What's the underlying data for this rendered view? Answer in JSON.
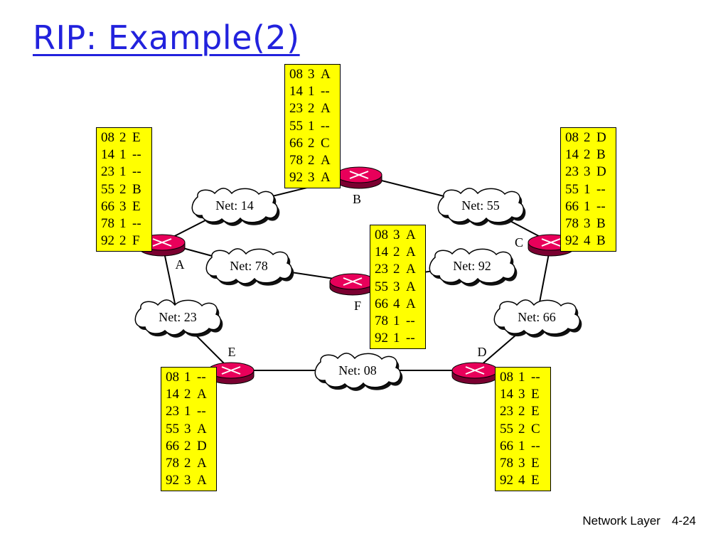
{
  "title": "RIP: Example(2)",
  "footer": {
    "left": "Network Layer",
    "right": "4-24"
  },
  "routers": [
    {
      "id": "A",
      "label": "A"
    },
    {
      "id": "B",
      "label": "B"
    },
    {
      "id": "C",
      "label": "C"
    },
    {
      "id": "D",
      "label": "D"
    },
    {
      "id": "E",
      "label": "E"
    },
    {
      "id": "F",
      "label": "F"
    }
  ],
  "networks": [
    {
      "id": "14",
      "label": "Net: 14"
    },
    {
      "id": "55",
      "label": "Net: 55"
    },
    {
      "id": "78",
      "label": "Net: 78"
    },
    {
      "id": "92",
      "label": "Net: 92"
    },
    {
      "id": "23",
      "label": "Net: 23"
    },
    {
      "id": "66",
      "label": "Net: 66"
    },
    {
      "id": "08",
      "label": "Net: 08"
    }
  ],
  "links": [
    [
      "router-A",
      "net-14"
    ],
    [
      "net-14",
      "router-B"
    ],
    [
      "router-B",
      "net-55"
    ],
    [
      "net-55",
      "router-C"
    ],
    [
      "router-A",
      "net-78"
    ],
    [
      "net-78",
      "router-F"
    ],
    [
      "router-F",
      "net-92"
    ],
    [
      "router-A",
      "net-23"
    ],
    [
      "net-23",
      "router-E"
    ],
    [
      "router-C",
      "net-66"
    ],
    [
      "net-66",
      "router-D"
    ],
    [
      "router-E",
      "net-08"
    ],
    [
      "net-08",
      "router-D"
    ]
  ],
  "colors": {
    "router_fill": "#e8005a",
    "table_bg": "#ffff00",
    "title": "#2222dd"
  },
  "tables": {
    "A": [
      [
        "08",
        "2",
        "E"
      ],
      [
        "14",
        "1",
        "--"
      ],
      [
        "23",
        "1",
        "--"
      ],
      [
        "55",
        "2",
        "B"
      ],
      [
        "66",
        "3",
        "E"
      ],
      [
        "78",
        "1",
        "--"
      ],
      [
        "92",
        "2",
        "F"
      ]
    ],
    "B": [
      [
        "08",
        "3",
        "A"
      ],
      [
        "14",
        "1",
        "--"
      ],
      [
        "23",
        "2",
        "A"
      ],
      [
        "55",
        "1",
        "--"
      ],
      [
        "66",
        "2",
        "C"
      ],
      [
        "78",
        "2",
        "A"
      ],
      [
        "92",
        "3",
        "A"
      ]
    ],
    "C": [
      [
        "08",
        "2",
        "D"
      ],
      [
        "14",
        "2",
        "B"
      ],
      [
        "23",
        "3",
        "D"
      ],
      [
        "55",
        "1",
        "--"
      ],
      [
        "66",
        "1",
        "--"
      ],
      [
        "78",
        "3",
        "B"
      ],
      [
        "92",
        "4",
        "B"
      ]
    ],
    "F": [
      [
        "08",
        "3",
        "A"
      ],
      [
        "14",
        "2",
        "A"
      ],
      [
        "23",
        "2",
        "A"
      ],
      [
        "55",
        "3",
        "A"
      ],
      [
        "66",
        "4",
        "A"
      ],
      [
        "78",
        "1",
        "--"
      ],
      [
        "92",
        "1",
        "--"
      ]
    ],
    "E": [
      [
        "08",
        "1",
        "--"
      ],
      [
        "14",
        "2",
        "A"
      ],
      [
        "23",
        "1",
        "--"
      ],
      [
        "55",
        "3",
        "A"
      ],
      [
        "66",
        "2",
        "D"
      ],
      [
        "78",
        "2",
        "A"
      ],
      [
        "92",
        "3",
        "A"
      ]
    ],
    "D": [
      [
        "08",
        "1",
        "--"
      ],
      [
        "14",
        "3",
        "E"
      ],
      [
        "23",
        "2",
        "E"
      ],
      [
        "55",
        "2",
        "C"
      ],
      [
        "66",
        "1",
        "--"
      ],
      [
        "78",
        "3",
        "E"
      ],
      [
        "92",
        "4",
        "E"
      ]
    ]
  }
}
